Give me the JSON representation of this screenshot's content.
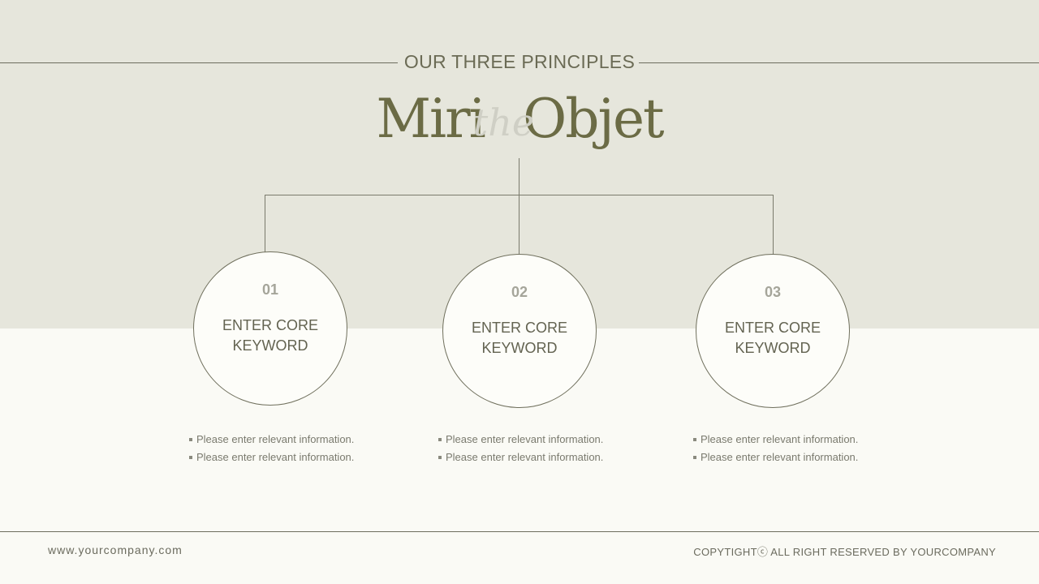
{
  "header": {
    "subtitle": "OUR THREE PRINCIPLES",
    "logo": {
      "left": "Miri",
      "middle": "the",
      "right": "Objet"
    }
  },
  "principles": [
    {
      "number": "01",
      "keyword_line1": "ENTER CORE",
      "keyword_line2": "KEYWORD",
      "bullets": [
        "Please enter relevant information.",
        "Please enter relevant information."
      ]
    },
    {
      "number": "02",
      "keyword_line1": "ENTER CORE",
      "keyword_line2": "KEYWORD",
      "bullets": [
        "Please enter relevant information.",
        "Please enter relevant information."
      ]
    },
    {
      "number": "03",
      "keyword_line1": "ENTER CORE",
      "keyword_line2": "KEYWORD",
      "bullets": [
        "Please enter relevant information.",
        "Please enter relevant information."
      ]
    }
  ],
  "footer": {
    "website": "www.yourcompany.com",
    "copyright": "COPYTIGHTⓒ ALL RIGHT RESERVED BY YOURCOMPANY"
  },
  "colors": {
    "top_band": "#e6e6dc",
    "background": "#fafaf5",
    "accent_olive": "#6b6b45",
    "line": "#6d6d5e"
  }
}
